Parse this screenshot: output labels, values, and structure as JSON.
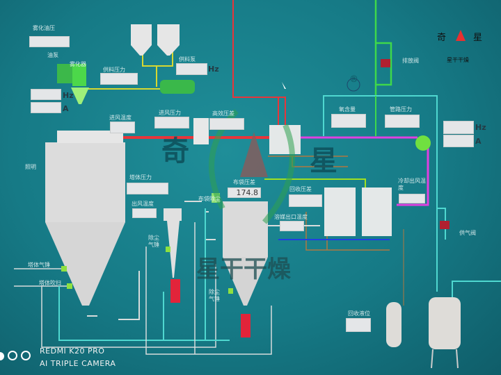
{
  "labels": {
    "atomize_oil_pressure": "雾化油压",
    "oil_pump": "油泵",
    "atomizer": "雾化器",
    "feed_pressure": "供料压力",
    "feed_pump": "供料泵",
    "inlet_temp": "进风温度",
    "inlet_pressure": "进风压力",
    "hepa_pressure": "高效压差",
    "oxygen": "氧含量",
    "pipe_pressure": "管路压力",
    "lighting": "照明",
    "tower_pressure": "塔体压力",
    "outlet_temp": "出风温度",
    "bag_dp": "布袋压差",
    "bag_filter": "布袋除尘",
    "recovery_dp": "回收压差",
    "cool_outlet_temp": "冷却出风温度",
    "solvent_outlet_temp": "溶媒出口温度",
    "dust_hammer_1": "除尘气锤",
    "dust_hammer_2": "除尘气锤",
    "tower_hammer": "塔体气锤",
    "tower_purge": "塔体吹扫",
    "discharge_valve": "排放阀",
    "supply_valve": "供气阀",
    "recovery_level": "回收液位"
  },
  "values": {
    "bag_dp": "174.8"
  },
  "units": {
    "hz": "Hz",
    "a": "A"
  },
  "watermark": {
    "left": "奇",
    "right": "星",
    "brand": "星干干燥",
    "registered": "®"
  },
  "logo": {
    "left": "奇",
    "right": "星",
    "sub": "星干干燥"
  },
  "camera": {
    "line1": "REDMI K20 PRO",
    "line2": "AI TRIPLE CAMERA"
  },
  "colors": {
    "background": "#167a86",
    "hot_air": "#e8353a",
    "exhaust": "#e040e0",
    "feed": "#d8d830",
    "gas": "#3fd84a",
    "water": "#4fd8d0"
  }
}
